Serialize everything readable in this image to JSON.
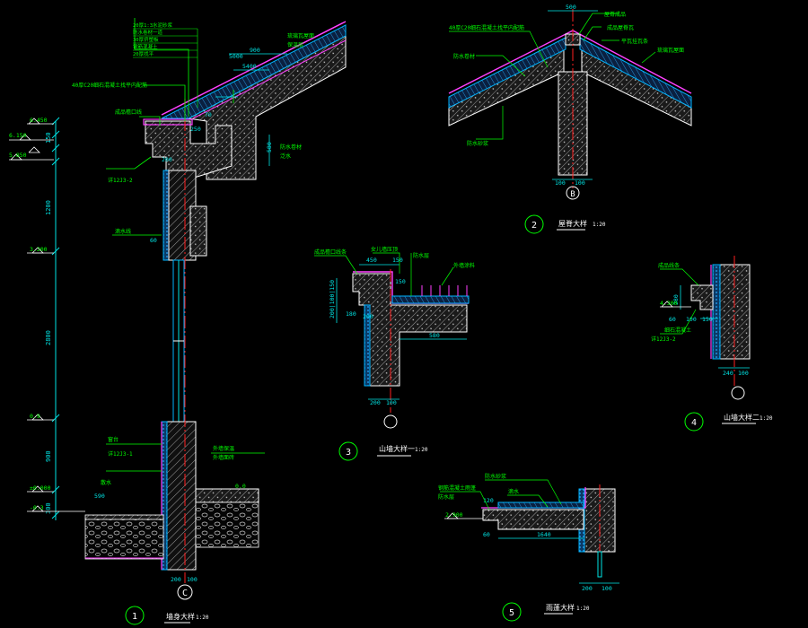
{
  "colors": {
    "background": "#000000",
    "outline": "#ffffff",
    "insulation": "#00b4ff",
    "membrane": "#ff40ff",
    "dimension": "#00e5e5",
    "leader": "#00ff00",
    "axis": "#ff2020",
    "hatch": "#c8c8c8"
  },
  "details": [
    {
      "num": "1",
      "title": "墙身大样",
      "scale": "1:20",
      "axis": "C"
    },
    {
      "num": "2",
      "title": "屋脊大样",
      "scale": "1:20",
      "axis": "B"
    },
    {
      "num": "3",
      "title": "山墙大样一",
      "scale": "1:20"
    },
    {
      "num": "4",
      "title": "山墙大样二",
      "scale": "1:20"
    },
    {
      "num": "5",
      "title": "雨蓬大样",
      "scale": "1:20"
    }
  ],
  "elevations": {
    "e1": "6.450",
    "e2": "6.150",
    "e3": "5.850",
    "e4": "3.200",
    "e5": "0.9",
    "e6": "±0.000",
    "e7": "-0.3",
    "e8": "4.300",
    "e9": "2.900",
    "e10": "0.0"
  },
  "dims": {
    "left_total": "1200",
    "left_mid": "2800",
    "left_low": "900",
    "left_base": "300",
    "top_150a": "150",
    "top_150b": "150",
    "top_300": "300",
    "d900": "900",
    "d5400": "5400",
    "d5000": "5000",
    "d580": "580",
    "d200a": "200",
    "d100a": "100",
    "d590": "590",
    "d500r": "500",
    "d100b": "100",
    "d100c": "100",
    "d60a": "60",
    "d60b": "60",
    "d450": "450",
    "d150": "150",
    "d180": "180",
    "d200b": "200",
    "d580b": "580",
    "d200c": "200",
    "d100d": "100",
    "d200_100": "200|100|150",
    "d280": "280",
    "d100e": "100",
    "d150b": "150",
    "d240": "240",
    "d100f": "100",
    "d120": "120",
    "d1640": "1640",
    "d60c": "60",
    "d200d": "200",
    "d100g": "100",
    "d200e": "200",
    "d100h": "100",
    "d200f": "200",
    "d100i": "100",
    "d500": "500",
    "d70": "70",
    "d250": "250"
  },
  "labels": {
    "l_roof": "40厚C20细石混凝土找平内配筋",
    "l_tile": "琉璃瓦屋面",
    "l_insul": "保温层",
    "l_gutter": "防水卷材",
    "l_ridge1": "屋脊成品",
    "l_ridge2": "成品屋脊瓦",
    "l_ridge3": "平瓦挂瓦条",
    "l_w1": "外墙保温",
    "l_w2": "外墙面砖",
    "l_w3": "窗台",
    "l_w4": "散水",
    "l_w5": "滴水线",
    "l_r1": "成品檐口线",
    "l_r2": "泛水",
    "l_r3": "防水砂浆",
    "l_s1": "成品檐口线条",
    "l_s2": "防水层",
    "l_s3": "女儿墙压顶",
    "l_s4": "外墙涂料",
    "l_b1": "成品线条",
    "l_b2": "细石混凝土",
    "l_b3": "防水层",
    "l_c1": "钢筋混凝土雨蓬",
    "l_c2": "防水砂浆",
    "l_c3": "滴水",
    "l_ref1": "详12J3-2",
    "l_ref2": "详12J3-1",
    "l_ref3": "详12J3-2",
    "l_stack1": "20厚1:3水泥砂浆",
    "l_stack2": "防水卷材一道",
    "l_stack3": "30厚挤塑板",
    "l_stack4": "钢筋混凝土",
    "l_stack5": "20厚找平"
  }
}
